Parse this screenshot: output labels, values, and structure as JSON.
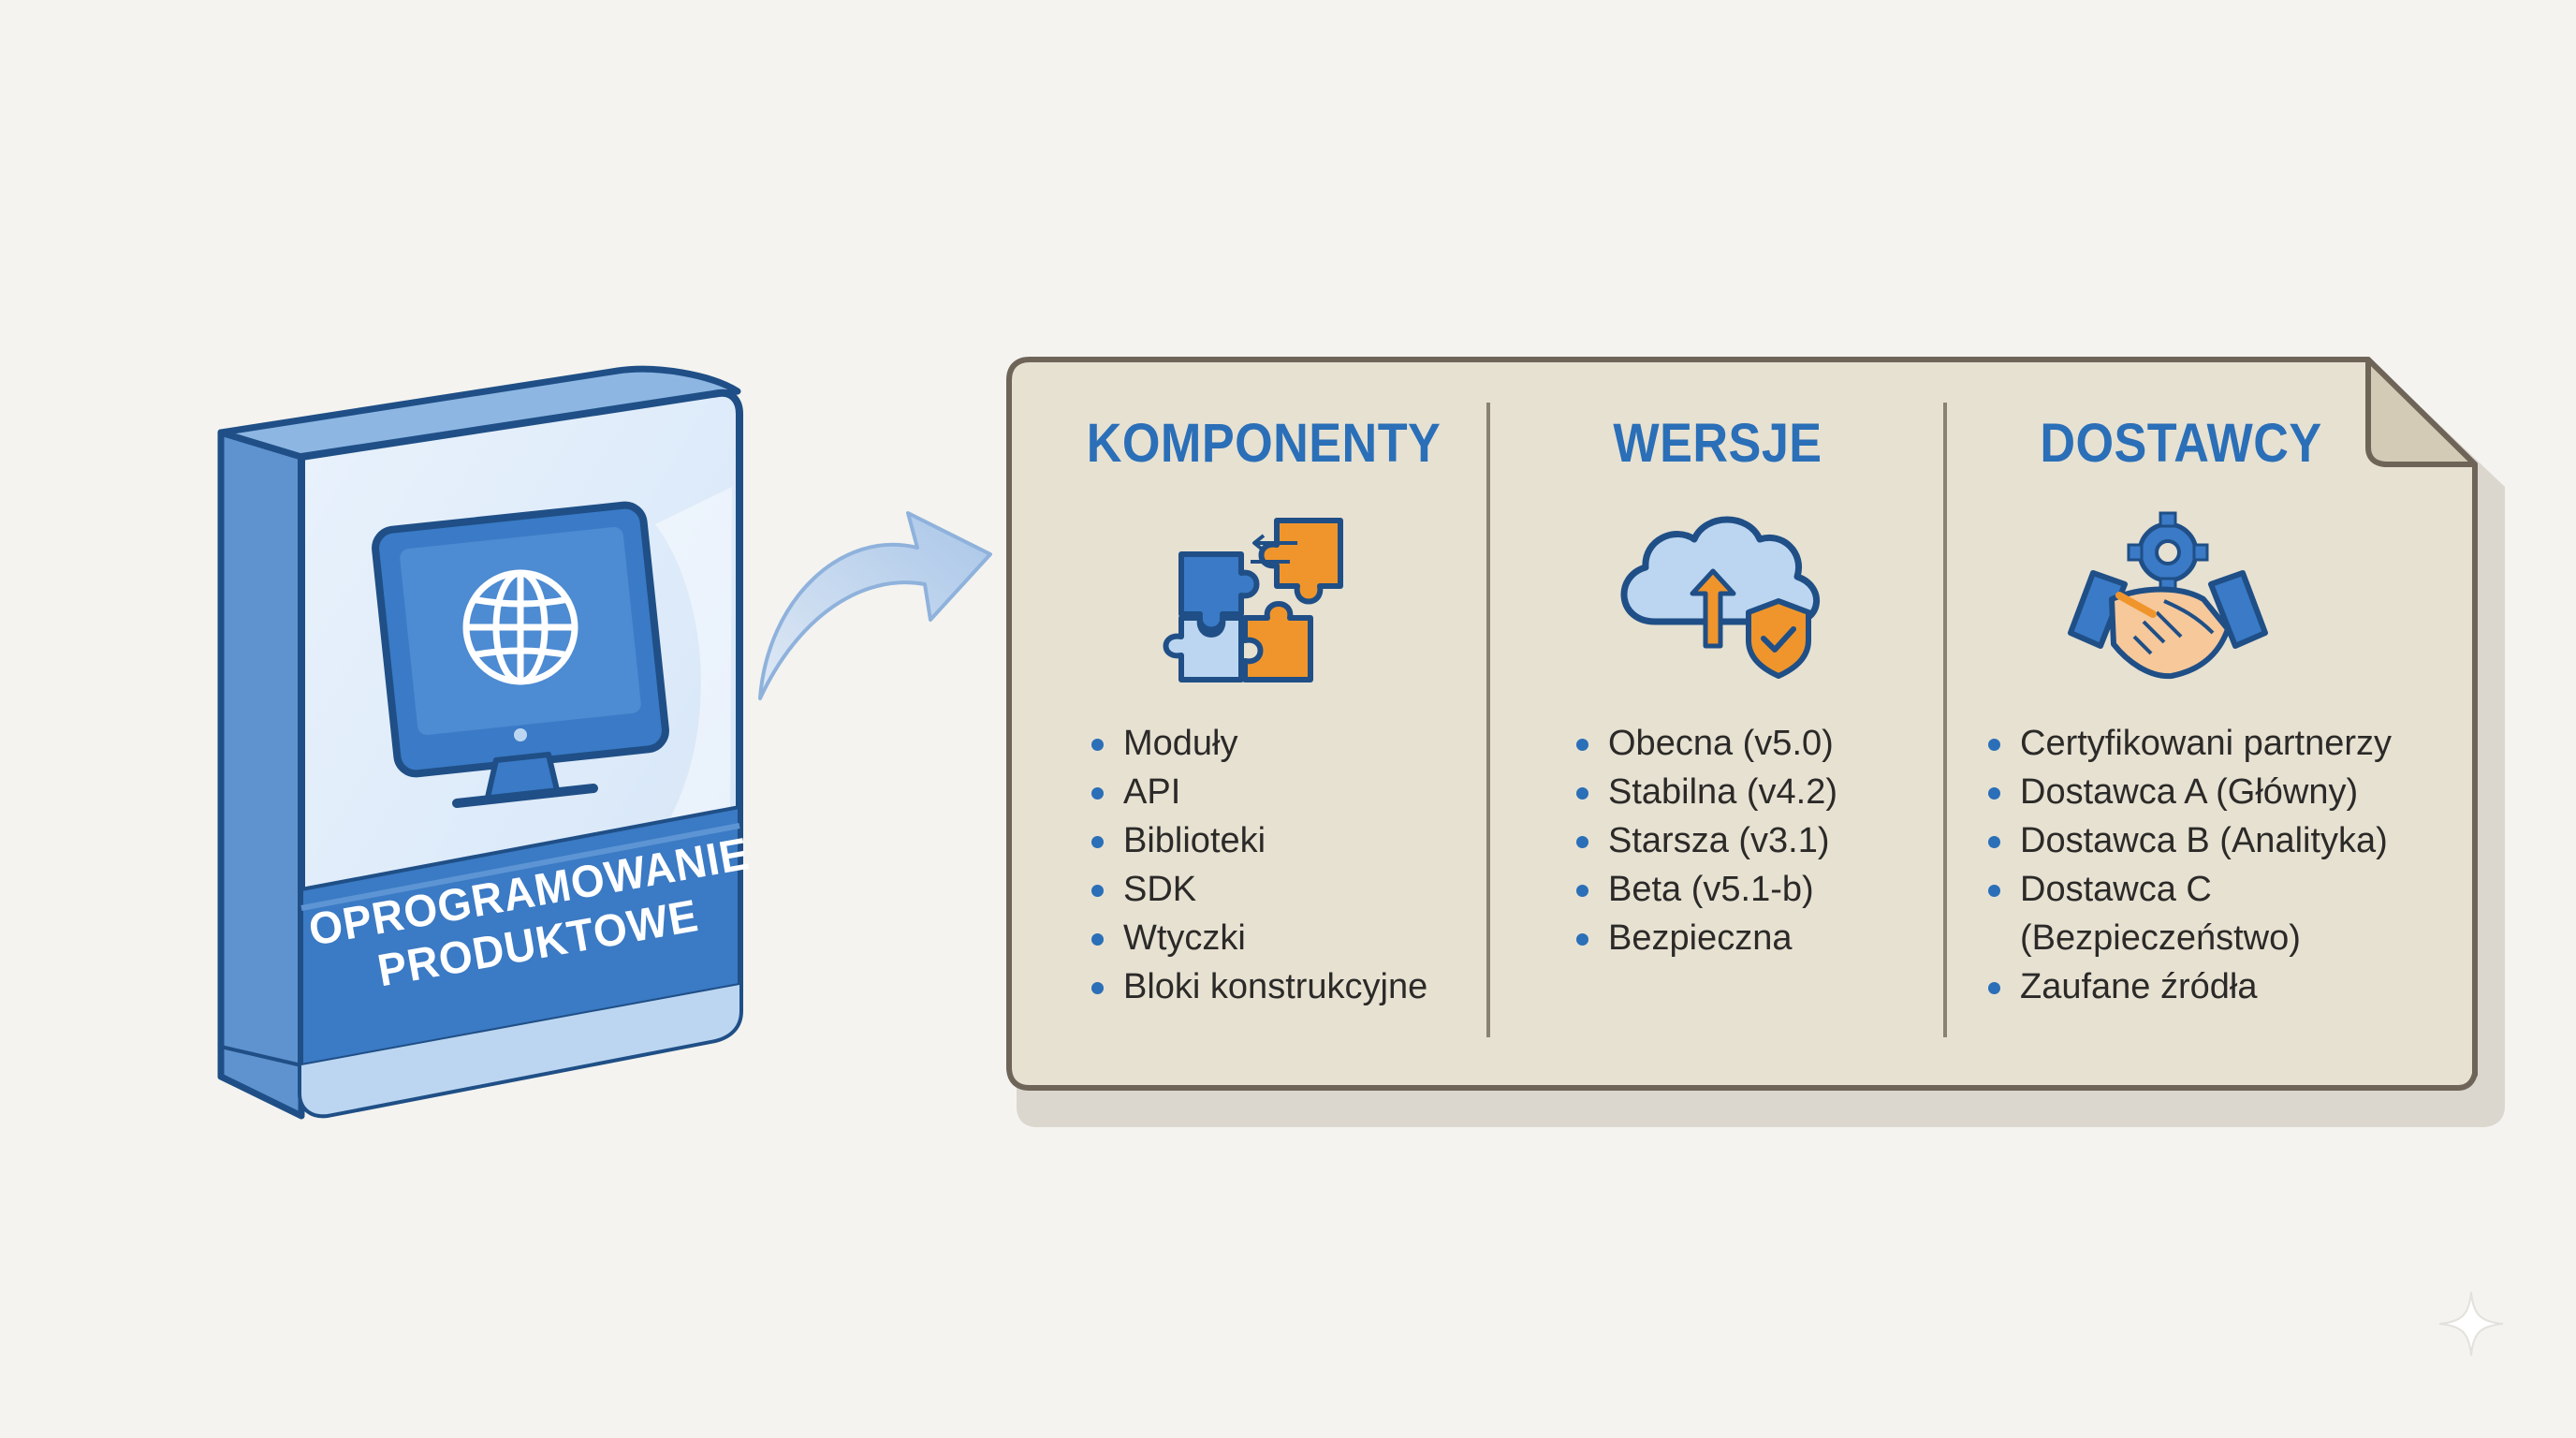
{
  "product_box": {
    "label_line1": "OPROGRAMOWANIE",
    "label_line2": "PRODUKTOWE",
    "icon": "monitor-globe-icon"
  },
  "columns": [
    {
      "title": "KOMPONENTY",
      "icon": "puzzle-icon",
      "items": [
        "Moduły",
        "API",
        "Biblioteki",
        "SDK",
        "Wtyczki",
        "Bloki konstrukcyjne"
      ]
    },
    {
      "title": "WERSJE",
      "icon": "cloud-upload-shield-icon",
      "items": [
        "Obecna (v5.0)",
        "Stabilna (v4.2)",
        "Starsza (v3.1)",
        "Beta (v5.1-b)",
        "Bezpieczna"
      ]
    },
    {
      "title": "DOSTAWCY",
      "icon": "handshake-gear-icon",
      "items": [
        "Certyfikowani partnerzy",
        "Dostawca A (Główny)",
        "Dostawca B (Analityka)",
        "Dostawca C",
        "(Bezpieczeństwo)",
        "Zaufane źródła"
      ]
    }
  ],
  "colors": {
    "blue": "#2a6fb7",
    "dark_blue": "#1f4f86",
    "light_blue": "#bcd6f1",
    "orange": "#f0952b",
    "panel": "#e7e1d2",
    "background": "#f4f3ef"
  }
}
